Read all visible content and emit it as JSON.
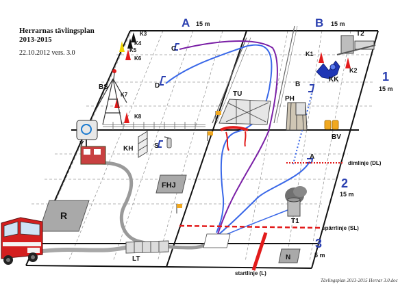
{
  "title": {
    "line1": "Herrarnas tävlingsplan",
    "line2": "2013-2015",
    "version": "22.10.2012 vers. 3.0"
  },
  "footer": "Tävlingsplan 2013-2015 Herrar 3.0.doc",
  "columns": {
    "a": {
      "letter": "A",
      "width": "15 m"
    },
    "b": {
      "letter": "B",
      "width": "15 m"
    }
  },
  "rows": {
    "r1": {
      "number": "1",
      "depth": "15 m"
    },
    "r2": {
      "number": "2",
      "depth": "15 m"
    },
    "r3": {
      "number": "3",
      "depth": "5 m"
    }
  },
  "lines": {
    "dimlinje": "dimlinje (DL)",
    "sparrlinje": "spärrlinje (SL)",
    "startlinje": "startlinje (L)"
  },
  "cones": [
    "K3",
    "K4",
    "K5",
    "K6",
    "K1",
    "K2",
    "K7",
    "K8"
  ],
  "stations": [
    "BS",
    "T2",
    "KK",
    "C",
    "D",
    "TU",
    "PH",
    "B",
    "BV",
    "Y",
    "KH",
    "S",
    "A",
    "FHJ",
    "R",
    "T1",
    "LT",
    "N"
  ],
  "colors": {
    "blue_label": "#2a3fb0",
    "hose_blue": "#3a68e8",
    "hose_purple": "#7a1fa6",
    "red_line": "#e21b1b",
    "box_gray": "#a9a9a9"
  }
}
